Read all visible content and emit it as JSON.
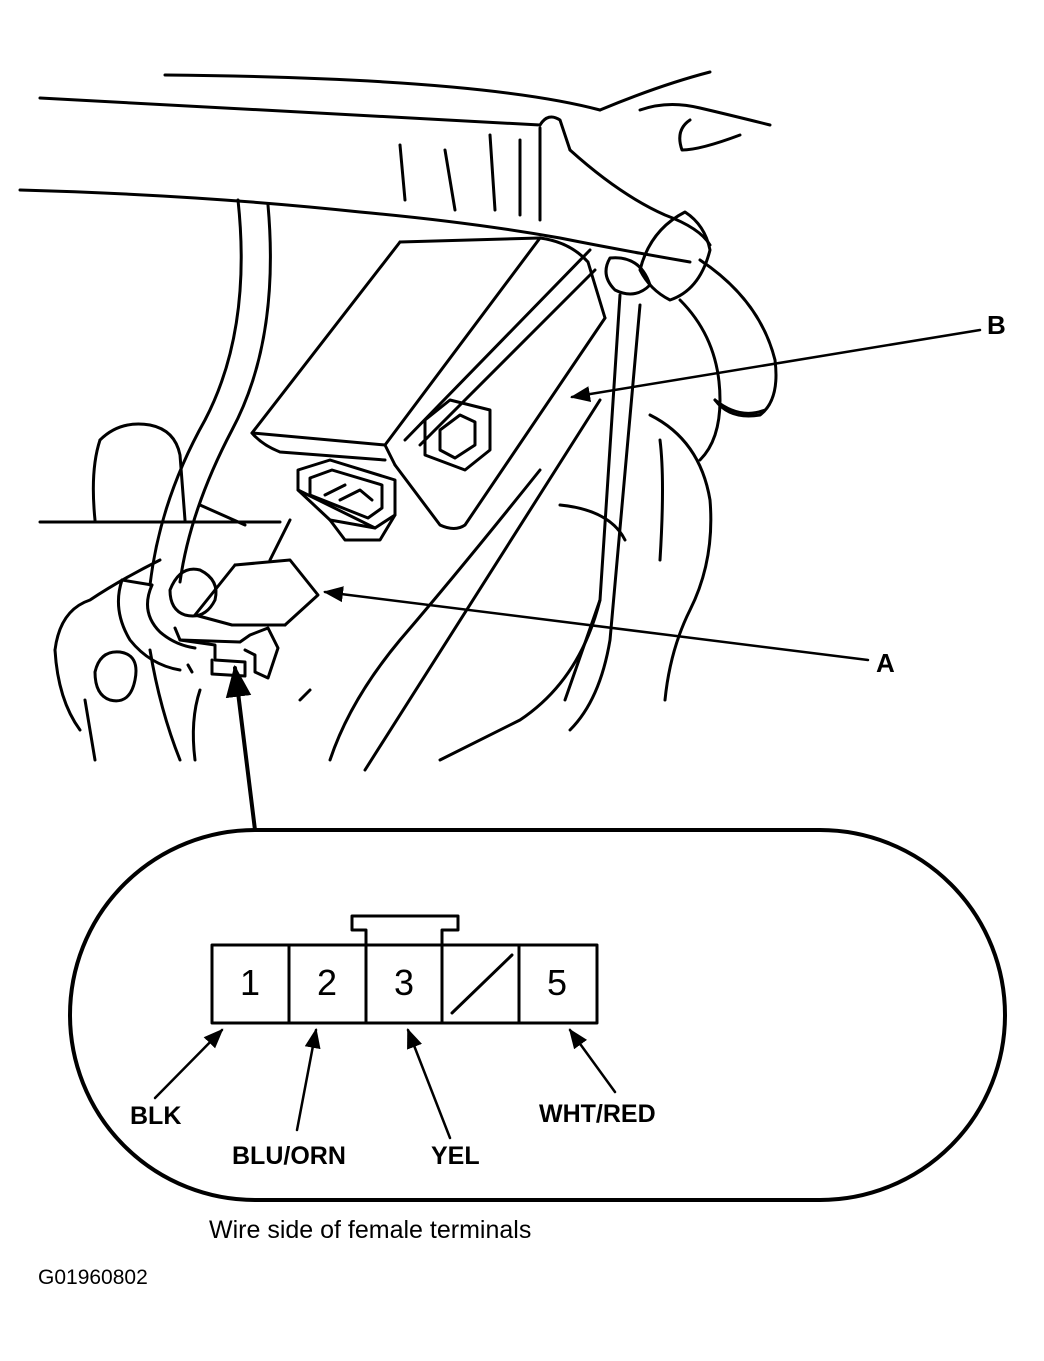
{
  "callouts": {
    "a": "A",
    "b": "B"
  },
  "connector": {
    "pins": [
      "1",
      "2",
      "3",
      "",
      "5"
    ],
    "wires": [
      "BLK",
      "BLU/ORN",
      "YEL",
      "WHT/RED"
    ]
  },
  "caption": "Wire side of female terminals",
  "figure_id": "G01960802"
}
